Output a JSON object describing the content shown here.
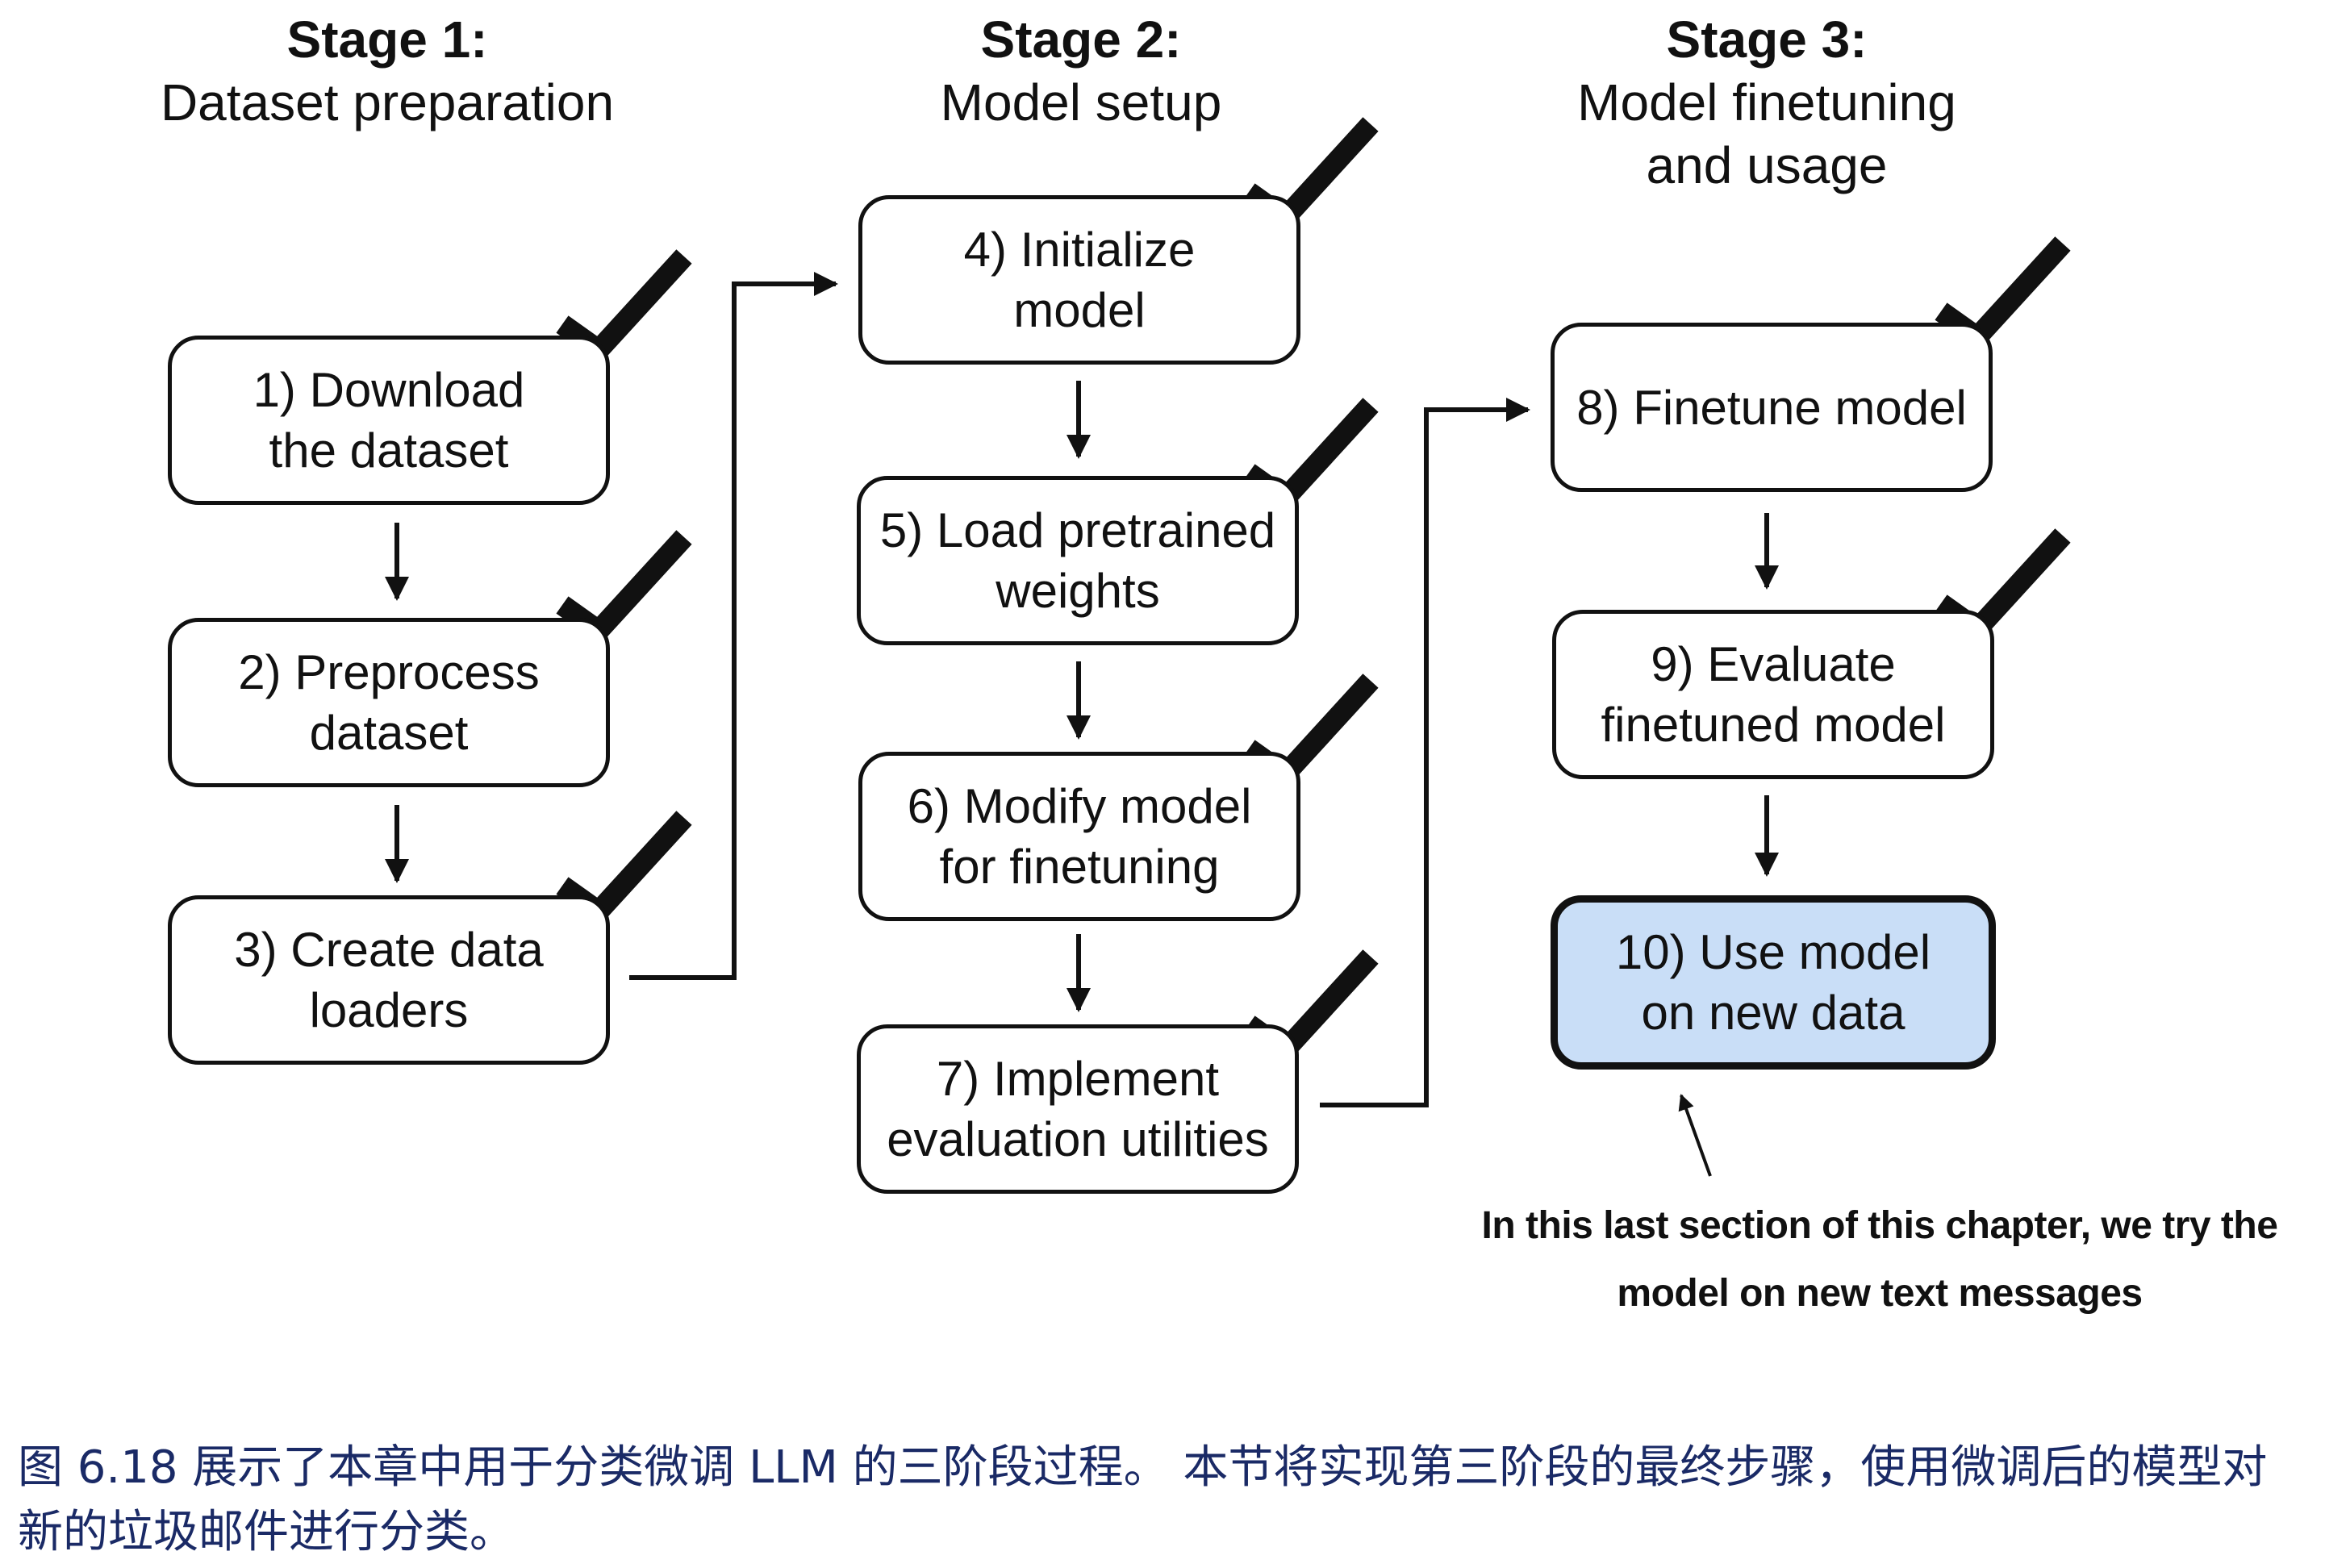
{
  "stages": [
    {
      "title": "Stage 1:",
      "subtitle": "Dataset preparation"
    },
    {
      "title": "Stage 2:",
      "subtitle": "Model setup"
    },
    {
      "title": "Stage 3:",
      "subtitle": "Model finetuning\nand usage"
    }
  ],
  "steps": [
    {
      "label": "1) Download\nthe dataset",
      "completed": true
    },
    {
      "label": "2) Preprocess\ndataset",
      "completed": true
    },
    {
      "label": "3) Create data\nloaders",
      "completed": true
    },
    {
      "label": "4) Initialize\nmodel",
      "completed": true
    },
    {
      "label": "5) Load pretrained\nweights",
      "completed": true
    },
    {
      "label": "6) Modify model\nfor finetuning",
      "completed": true
    },
    {
      "label": "7) Implement\nevaluation utilities",
      "completed": true
    },
    {
      "label": "8) Finetune model",
      "completed": true
    },
    {
      "label": "9) Evaluate\nfinetuned model",
      "completed": true
    },
    {
      "label": "10) Use model\non new data",
      "completed": false,
      "highlighted": true
    }
  ],
  "annotation": "In this last section of this chapter, we try the model on new text messages",
  "caption": "图 6.18 展示了本章中用于分类微调 LLM 的三阶段过程。 本节将实现第三阶段的最终步骤，使用微调后的模型对新的垃圾邮件进行分类。",
  "colors": {
    "highlight_fill": "#c9def7",
    "caption_text": "#1a2a66",
    "stroke": "#111111"
  }
}
